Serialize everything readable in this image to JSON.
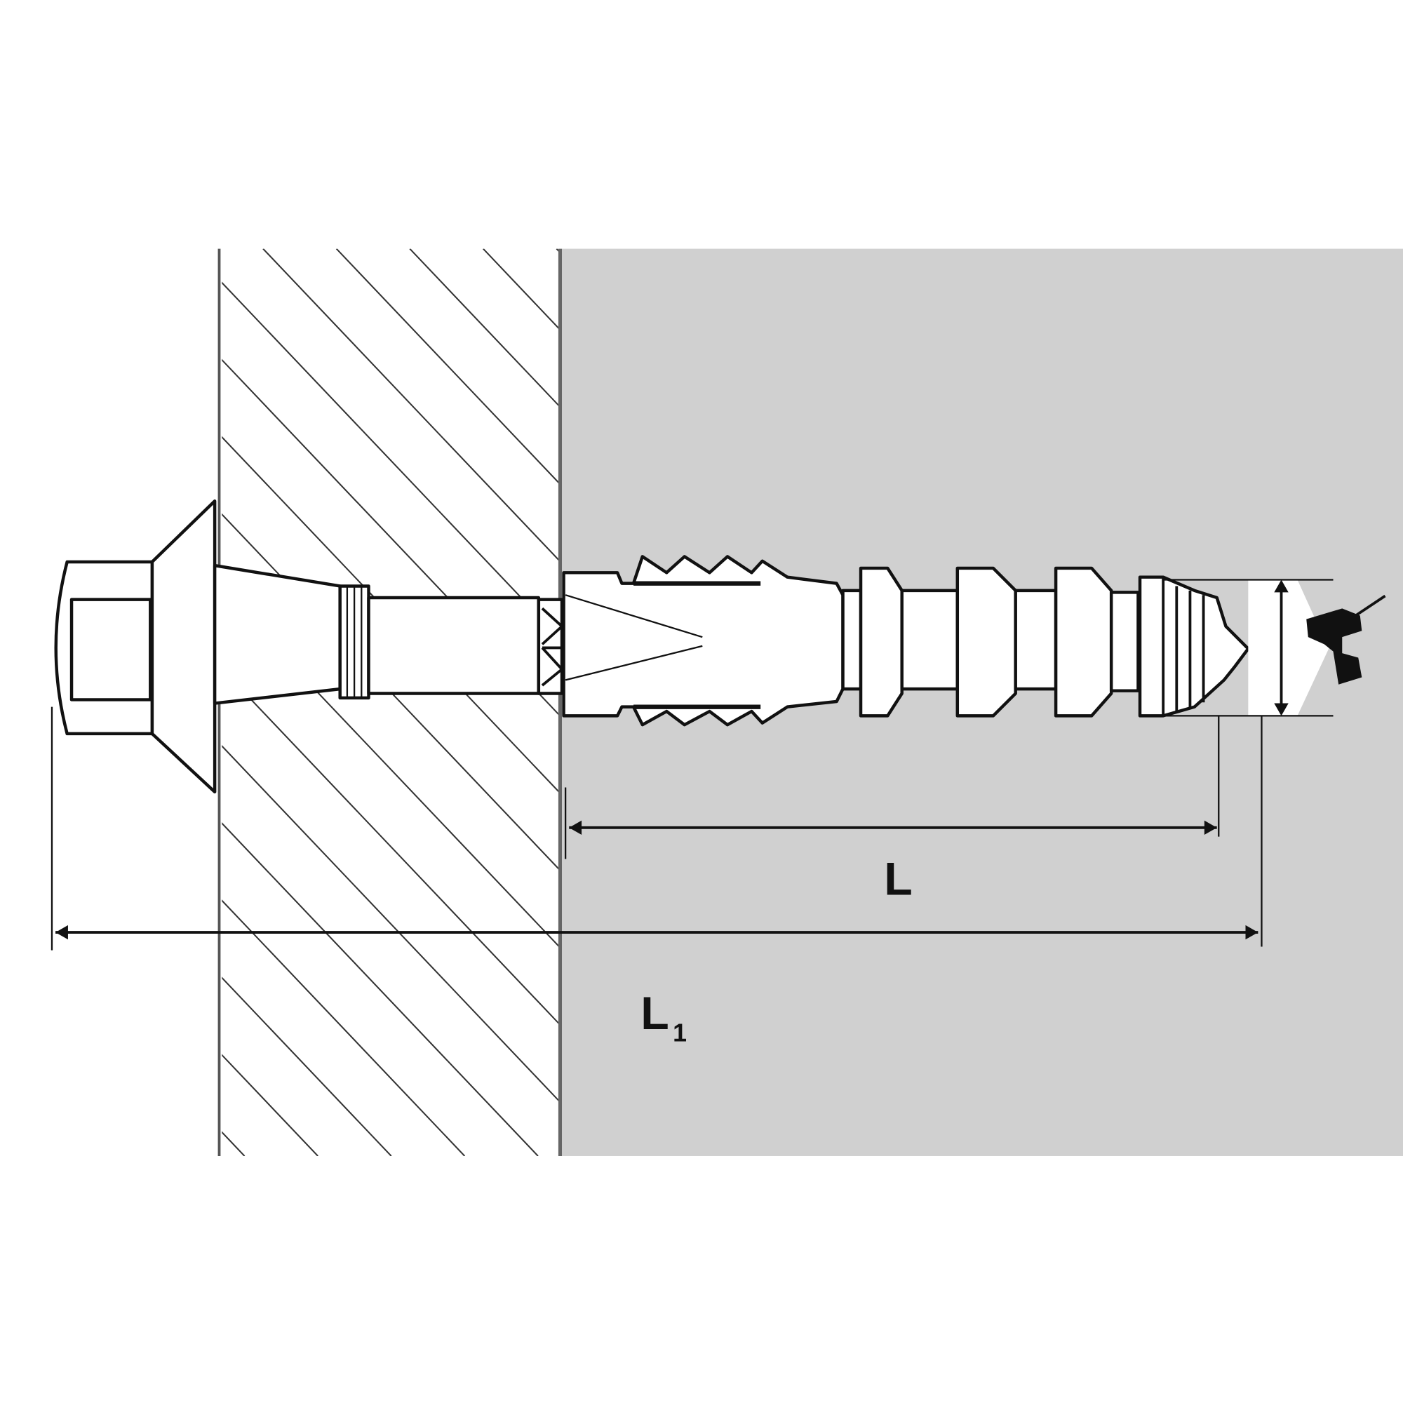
{
  "diagram": {
    "dimension_length": {
      "label": "L"
    },
    "dimension_total_length": {
      "label": "L",
      "subscript": "1"
    },
    "icons": [
      "hex-bolt-icon",
      "drill-icon"
    ],
    "colors": {
      "background": "#ffffff",
      "base_material": "#d0d0d0",
      "line": "#111111",
      "hatch": "#333333"
    }
  }
}
